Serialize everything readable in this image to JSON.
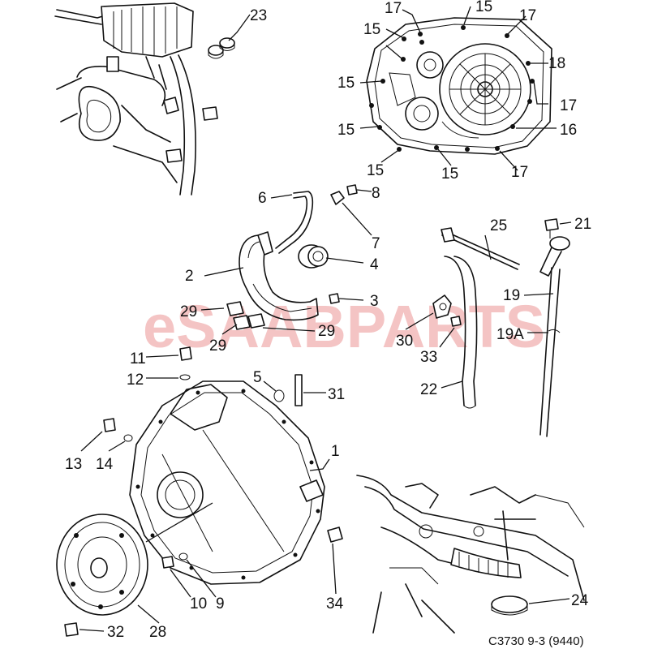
{
  "watermark": {
    "text": "eSAABPARTS",
    "color": "#e05a5a"
  },
  "diagram_code": "C3730 9-3 (9440)",
  "callouts": [
    {
      "id": "c23",
      "text": "23"
    },
    {
      "id": "c17a",
      "text": "17"
    },
    {
      "id": "c15a",
      "text": "15"
    },
    {
      "id": "c17b",
      "text": "17"
    },
    {
      "id": "c15b",
      "text": "15"
    },
    {
      "id": "c18",
      "text": "18"
    },
    {
      "id": "c15c",
      "text": "15"
    },
    {
      "id": "c17c",
      "text": "17"
    },
    {
      "id": "c15d",
      "text": "15"
    },
    {
      "id": "c16",
      "text": "16"
    },
    {
      "id": "c15e",
      "text": "15"
    },
    {
      "id": "c15f",
      "text": "15"
    },
    {
      "id": "c17d",
      "text": "17"
    },
    {
      "id": "c6",
      "text": "6"
    },
    {
      "id": "c8",
      "text": "8"
    },
    {
      "id": "c7",
      "text": "7"
    },
    {
      "id": "c4",
      "text": "4"
    },
    {
      "id": "c2",
      "text": "2"
    },
    {
      "id": "c3",
      "text": "3"
    },
    {
      "id": "c29a",
      "text": "29"
    },
    {
      "id": "c29b",
      "text": "29"
    },
    {
      "id": "c29c",
      "text": "29"
    },
    {
      "id": "c25",
      "text": "25"
    },
    {
      "id": "c21",
      "text": "21"
    },
    {
      "id": "c19",
      "text": "19"
    },
    {
      "id": "c19a",
      "text": "19A"
    },
    {
      "id": "c30",
      "text": "30"
    },
    {
      "id": "c33",
      "text": "33"
    },
    {
      "id": "c22",
      "text": "22"
    },
    {
      "id": "c11",
      "text": "11"
    },
    {
      "id": "c12",
      "text": "12"
    },
    {
      "id": "c5",
      "text": "5"
    },
    {
      "id": "c31",
      "text": "31"
    },
    {
      "id": "c1",
      "text": "1"
    },
    {
      "id": "c13",
      "text": "13"
    },
    {
      "id": "c14",
      "text": "14"
    },
    {
      "id": "c10",
      "text": "10"
    },
    {
      "id": "c9",
      "text": "9"
    },
    {
      "id": "c34",
      "text": "34"
    },
    {
      "id": "c24",
      "text": "24"
    },
    {
      "id": "c32",
      "text": "32"
    },
    {
      "id": "c28",
      "text": "28"
    }
  ]
}
